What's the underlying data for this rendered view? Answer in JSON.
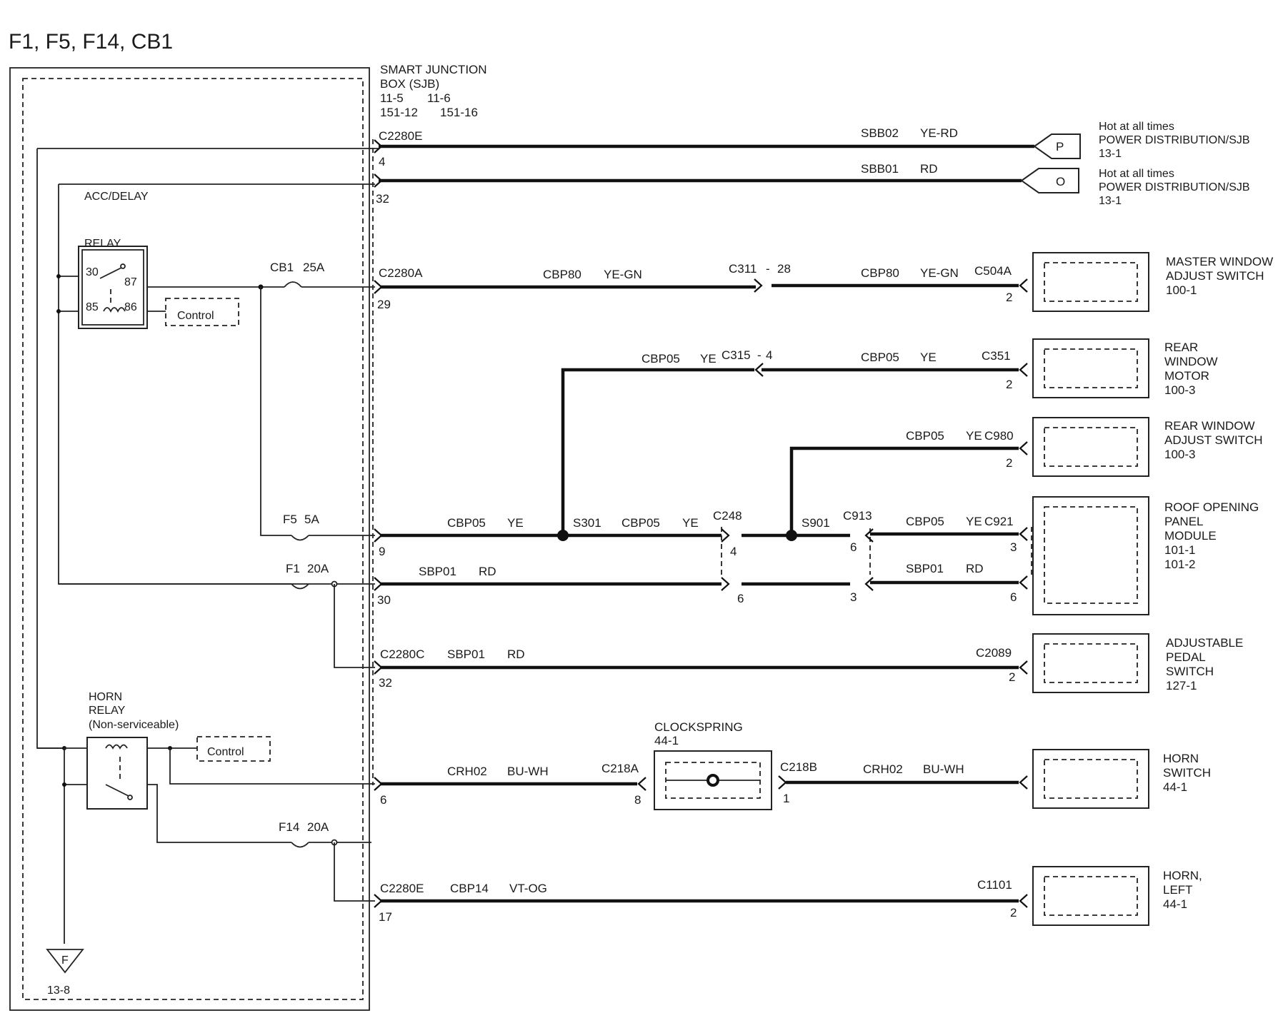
{
  "title": "F1, F5, F14, CB1",
  "sjb": {
    "name_line1": "SMART  JUNCTION",
    "name_line2": "BOX (SJB)",
    "refs_line1a": "11-5",
    "refs_line1b": "11-6",
    "refs_line2a": "151-12",
    "refs_line2b": "151-16"
  },
  "relays": {
    "acc_delay_line1": "ACC/DELAY",
    "acc_delay_line2": "RELAY",
    "pin30": "30",
    "pin87": "87",
    "pin85": "85",
    "pin86": "86",
    "control": "Control",
    "horn_line1": "HORN",
    "horn_line2": "RELAY",
    "horn_line3": "(Non-serviceable)"
  },
  "fuses": {
    "cb1": "CB1",
    "cb1_rating": "25A",
    "f5": "F5",
    "f5_rating": "5A",
    "f1": "F1",
    "f1_rating": "20A",
    "f14": "F14",
    "f14_rating": "20A"
  },
  "ground": {
    "symbol": "F",
    "ref": "13-8"
  },
  "power": {
    "p_tag": "P",
    "o_tag": "O",
    "line1": "Hot at all times",
    "line2": "POWER DISTRIBUTION/SJB",
    "line3": "13-1"
  },
  "labels": {
    "c2280e": "C2280E",
    "c2280a": "C2280A",
    "c2280c": "C2280C",
    "c311": "C311",
    "c311_pin": "28",
    "c504a": "C504A",
    "c315": "C315",
    "c315_pin": "4",
    "c351": "C351",
    "c980": "C980",
    "c248": "C248",
    "c913": "C913",
    "c921": "C921",
    "c2089": "C2089",
    "c218a": "C218A",
    "c218b": "C218B",
    "c1101": "C1101",
    "s301": "S301",
    "s901": "S901",
    "dash": "-",
    "sbb02": "SBB02",
    "sbb01": "SBB01",
    "cbp80": "CBP80",
    "cbp05": "CBP05",
    "sbp01": "SBP01",
    "crh02": "CRH02",
    "cbp14": "CBP14",
    "ye_rd": "YE-RD",
    "rd": "RD",
    "ye_gn": "YE-GN",
    "ye": "YE",
    "bu_wh": "BU-WH",
    "vt_og": "VT-OG",
    "pin4": "4",
    "pin32": "32",
    "pin29": "29",
    "pin9": "9",
    "pin30": "30",
    "pin6": "6",
    "pin17": "17",
    "pin2": "2",
    "pin3": "3",
    "pin8": "8",
    "pin1": "1"
  },
  "components": {
    "master_window_line1": "MASTER WINDOW",
    "master_window_line2": "ADJUST   SWITCH",
    "master_window_ref": "100-1",
    "rear_motor_line1": "REAR",
    "rear_motor_line2": "WINDOW",
    "rear_motor_line3": "MOTOR",
    "rear_motor_ref": "100-3",
    "rear_switch_line1": "REAR WINDOW",
    "rear_switch_line2": "ADJUST SWITCH",
    "rear_switch_ref": "100-3",
    "roof_line1": "ROOF OPENING",
    "roof_line2": "PANEL",
    "roof_line3": "MODULE",
    "roof_ref1": "101-1",
    "roof_ref2": "101-2",
    "pedal_line1": "ADJUSTABLE",
    "pedal_line2": "PEDAL",
    "pedal_line3": "SWITCH",
    "pedal_ref": "127-1",
    "horn_switch_line1": "HORN",
    "horn_switch_line2": "SWITCH",
    "horn_switch_ref": "44-1",
    "horn_left_line1": "HORN,",
    "horn_left_line2": "LEFT",
    "horn_left_ref": "44-1",
    "clockspring": "CLOCKSPRING",
    "clockspring_ref": "44-1"
  }
}
